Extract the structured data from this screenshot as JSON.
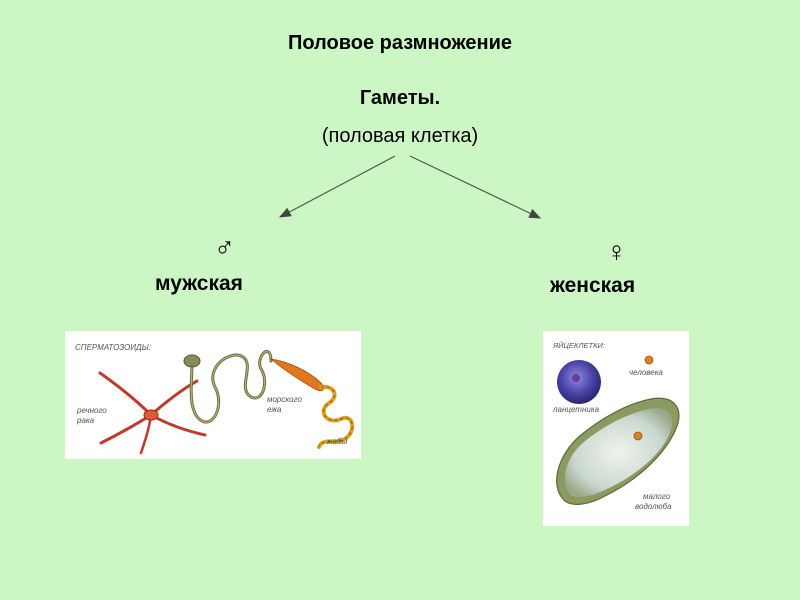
{
  "slide": {
    "title": "Половое размножение",
    "subtitle_bold": "Гаметы.",
    "subtitle_note": "(половая клетка)"
  },
  "male": {
    "symbol": "♂",
    "label": "мужская",
    "panel": {
      "heading": "СПЕРМАТОЗОИДЫ:",
      "captions": {
        "crayfish_1": "речного",
        "crayfish_2": "рака",
        "urchin_1": "морского",
        "urchin_2": "ежа",
        "frog": "жабы"
      }
    }
  },
  "female": {
    "symbol": "♀",
    "label": "женская",
    "panel": {
      "heading": "ЯЙЦЕКЛЕТКИ:",
      "captions": {
        "human": "человека",
        "lancelet": "ланцетника",
        "beetle_1": "малого",
        "beetle_2": "водолюба"
      }
    }
  },
  "colors": {
    "background": "#ccf7c4",
    "arrow": "#555555",
    "crayfish_sperm": "#c0392b",
    "urchin_sperm": "#7a7a45",
    "frog_sperm": "#d98a1e",
    "lancelet_egg": "#4a44a8",
    "human_egg": "#d9821e",
    "beetle_egg": "#8a9a60"
  }
}
